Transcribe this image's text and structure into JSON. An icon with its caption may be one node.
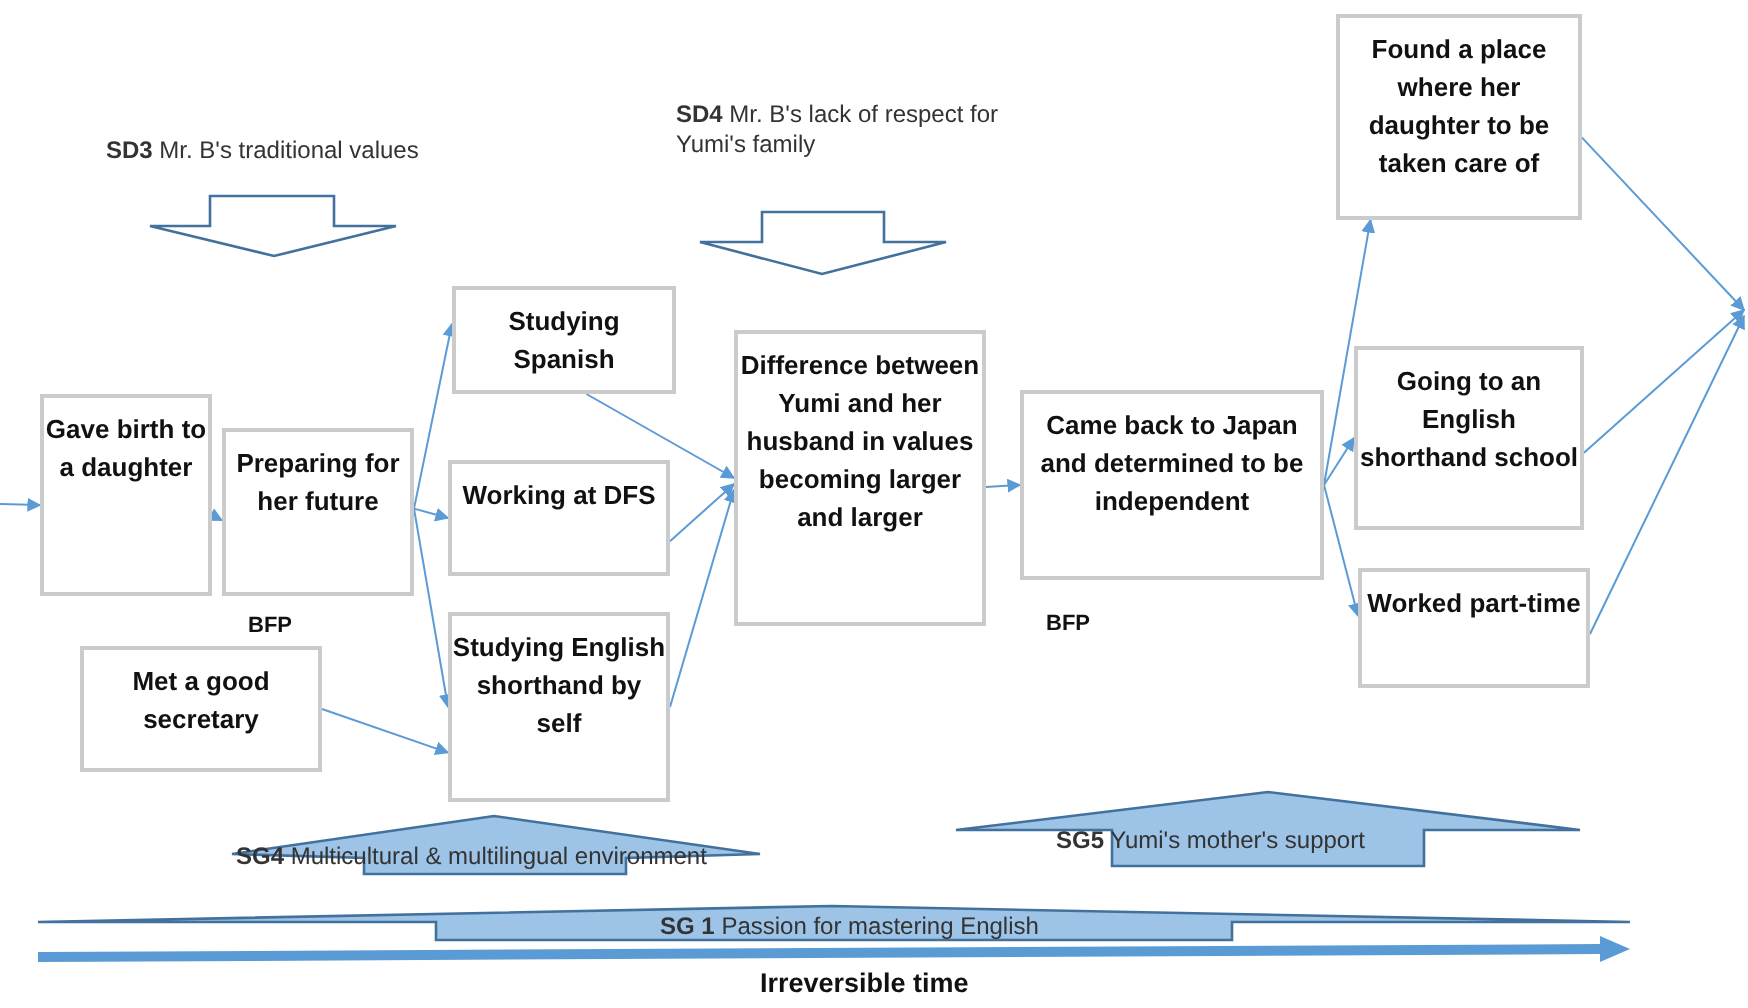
{
  "diagram": {
    "nodes": [
      {
        "text": [
          "Gave birth to a daughter"
        ]
      },
      {
        "text": [
          "Preparing for her future"
        ]
      },
      {
        "text": [
          "Met a good secretary"
        ]
      },
      {
        "text": [
          "Studying Spanish"
        ]
      },
      {
        "text": [
          "Working at DFS"
        ]
      },
      {
        "text": [
          "Studying English shorthand by self"
        ]
      },
      {
        "text": [
          "Difference between Yumi and her husband in values becoming larger and larger"
        ]
      },
      {
        "text": [
          "Came back to Japan and determined to be independent"
        ]
      },
      {
        "text": [
          "Found a place where her daughter to be taken care of"
        ]
      },
      {
        "text": [
          "Going to an English shorthand school"
        ]
      },
      {
        "text": [
          "Worked part-time"
        ]
      }
    ],
    "edges": [
      {
        "from": null,
        "to": 0,
        "arrow": "to"
      },
      {
        "from": 0,
        "to": 1,
        "arrow": "to"
      },
      {
        "from": 1,
        "to": 3,
        "arrow": "to"
      },
      {
        "from": 1,
        "to": 4,
        "arrow": "to"
      },
      {
        "from": 1,
        "to": 5,
        "arrow": "to"
      },
      {
        "from": 2,
        "to": 5,
        "arrow": "to"
      },
      {
        "from": 3,
        "to": 6,
        "arrow": "to"
      },
      {
        "from": 4,
        "to": 6,
        "arrow": "to"
      },
      {
        "from": 5,
        "to": 6,
        "arrow": "to"
      },
      {
        "from": 6,
        "to": 7,
        "arrow": "to"
      },
      {
        "from": 7,
        "to": 8,
        "arrow": "to"
      },
      {
        "from": 7,
        "to": 9,
        "arrow": "to"
      },
      {
        "from": 7,
        "to": 10,
        "arrow": "to"
      },
      {
        "from": 8,
        "to": null,
        "arrow": "to"
      },
      {
        "from": 9,
        "to": null,
        "arrow": "to"
      },
      {
        "from": 10,
        "to": null,
        "arrow": "to"
      }
    ],
    "labels": [
      "**SD3**  Mr. B's traditional values",
      "**SD4**  Mr. B's lack of respect for Yumi's family",
      "BFP",
      "BFP",
      "**SG4** Multicultural & multilingual environment",
      "**SG5** Yumi's mother's support",
      "**SG 1** Passion for mastering English",
      "Irreversible time"
    ]
  }
}
